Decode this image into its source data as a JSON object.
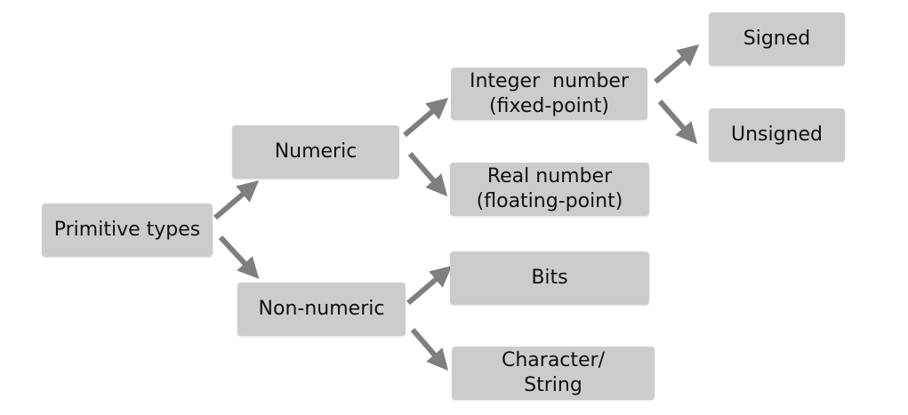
{
  "diagram": {
    "root": {
      "label": "Primitive types"
    },
    "numeric": {
      "label": "Numeric"
    },
    "non_numeric": {
      "label": "Non-numeric"
    },
    "integer": {
      "line1": "Integer  number",
      "line2": "(fixed-point)"
    },
    "real": {
      "line1": "Real number",
      "line2": "(floating-point)"
    },
    "signed": {
      "label": "Signed"
    },
    "unsigned": {
      "label": "Unsigned"
    },
    "bits": {
      "label": "Bits"
    },
    "character": {
      "line1": "Character/",
      "line2": "String"
    },
    "arrow_color": "#7f7f7f",
    "box_color": "#cccccc"
  }
}
